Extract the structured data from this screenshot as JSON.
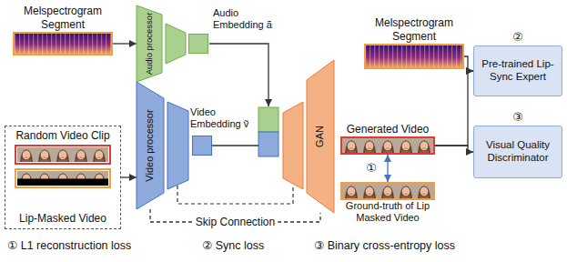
{
  "diagram": {
    "nodes": [
      {
        "text": [
          "Melspectrogram Segment"
        ]
      },
      {
        "text": [
          "Audio processor"
        ]
      },
      {
        "text": [
          "Audio Embedding ã"
        ]
      },
      {
        "text": [
          "Melspectrogram Segment"
        ]
      },
      {
        "text": [
          "Pre-trained Lip-Sync Expert"
        ]
      },
      {
        "text": [
          "Video Embedding ṽ"
        ]
      },
      {
        "text": [
          "GAN"
        ]
      },
      {
        "text": [
          "Generated Video"
        ]
      },
      {
        "text": [
          "Random Video Clip",
          "Lip-Masked Video"
        ]
      },
      {
        "text": [
          "Video processor"
        ]
      },
      {
        "text": [
          "Visual Quality Discriminator"
        ]
      },
      {
        "text": [
          "Ground-truth of Lip Masked Video"
        ]
      }
    ],
    "edges": [
      {
        "from": 0,
        "to": 1,
        "arrow": "to"
      },
      {
        "from": 8,
        "to": 9,
        "arrow": "to"
      },
      {
        "from": 9,
        "to": 6,
        "arrow": "none",
        "label": "Skip Connection"
      },
      {
        "from": 3,
        "to": 4,
        "arrow": "to"
      },
      {
        "from": 7,
        "to": 4,
        "arrow": "to"
      },
      {
        "from": 7,
        "to": 10,
        "arrow": "to"
      },
      {
        "from": 7,
        "to": 11,
        "arrow": "both",
        "label": "①"
      }
    ],
    "labels": [
      "②",
      "③",
      "① L1 reconstruction loss",
      "② Sync loss",
      "③ Binary cross-entropy loss"
    ]
  }
}
